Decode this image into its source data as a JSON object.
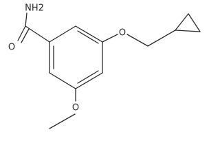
{
  "molecule": {
    "atoms": {
      "amide_nitrogen": "NH2",
      "carbonyl_oxygen": "O",
      "ether_oxygen": "O",
      "methoxy_oxygen": "O"
    }
  }
}
